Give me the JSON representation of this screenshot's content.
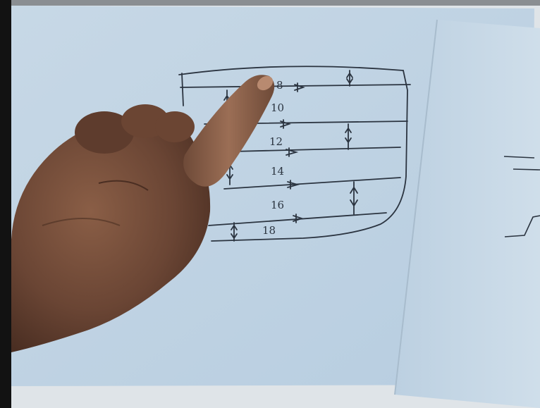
{
  "scene": {
    "subject": "hand pointing at a hand-drawn ship hull section sketch on paper",
    "colors": {
      "background": "#d9dfe4",
      "paper_main": "#bed3e4",
      "paper_right": "#c6d9e8",
      "ink": "#2b3440",
      "skin": "#6e4a38",
      "skin_dark": "#4a2e22",
      "frame_dark": "#121212"
    }
  },
  "sketch": {
    "level_labels": [
      "8",
      "10",
      "12",
      "14",
      "16",
      "18"
    ]
  }
}
